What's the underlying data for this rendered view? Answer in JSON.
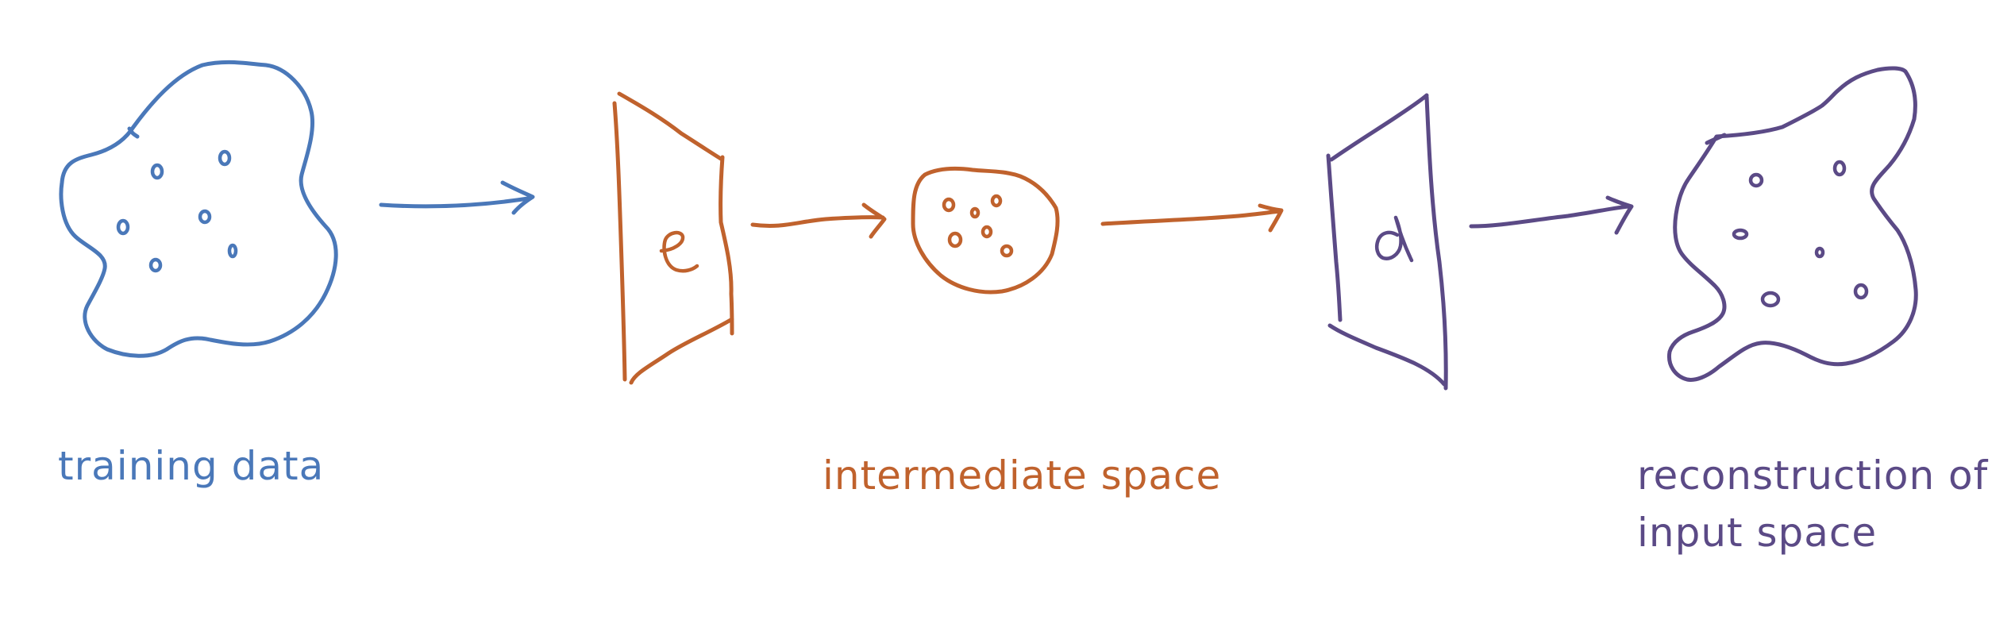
{
  "colors": {
    "training": "#4a78b9",
    "intermediate": "#c0622d",
    "reconstruction": "#5b4a86"
  },
  "labels": {
    "training_data": "training data",
    "intermediate_space": "intermediate space",
    "reconstruction_line1": "reconstruction of",
    "reconstruction_line2": "input space"
  },
  "shapes": {
    "encoder_letter": "e",
    "decoder_letter": "d"
  }
}
